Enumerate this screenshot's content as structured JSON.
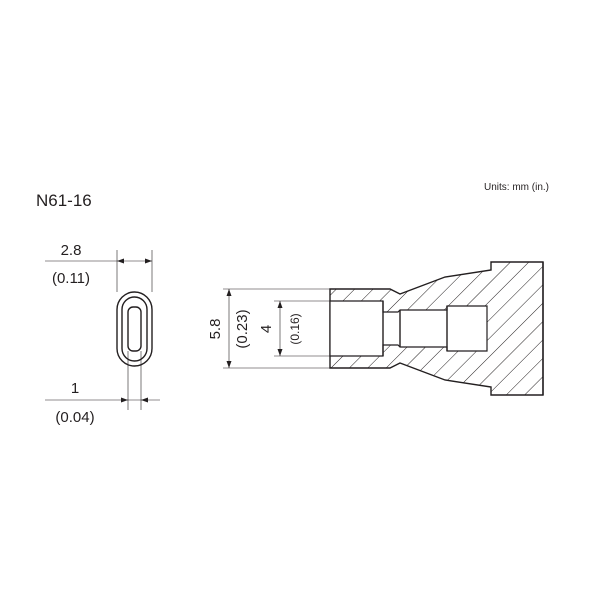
{
  "model": "N61-16",
  "units": "Units:  mm (in.)",
  "front_view": {
    "width_mm": "2.8",
    "width_in": "(0.11)",
    "slot_mm": "1",
    "slot_in": "(0.04)"
  },
  "side_view": {
    "outer_mm": "5.8",
    "outer_in": "(0.23)",
    "inner_mm": "4",
    "inner_in": "(0.16)"
  }
}
